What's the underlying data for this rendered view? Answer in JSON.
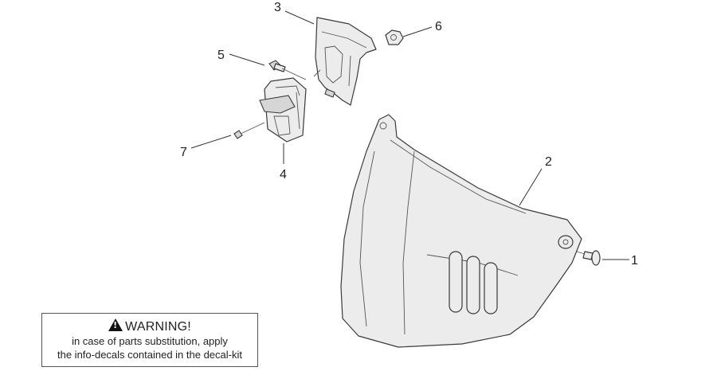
{
  "callouts": [
    "1",
    "2",
    "3",
    "4",
    "5",
    "6",
    "7"
  ],
  "warning": {
    "title": "WARNING!",
    "line1": "in case of parts substitution, apply",
    "line2": "the info-decals contained in the decal-kit",
    "icon": "warning-triangle-icon"
  }
}
